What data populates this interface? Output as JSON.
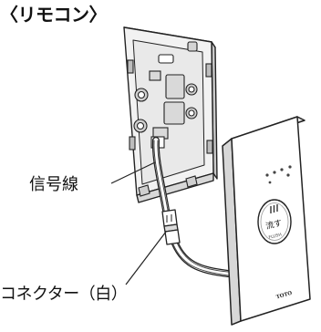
{
  "labels": {
    "title": "〈リモコン〉",
    "signal_wire": "信号線",
    "connector": "コネクター（白）"
  },
  "remote": {
    "flush_kanji": "流す",
    "flush_en": "FLUSH",
    "brand": "TOTO"
  }
}
